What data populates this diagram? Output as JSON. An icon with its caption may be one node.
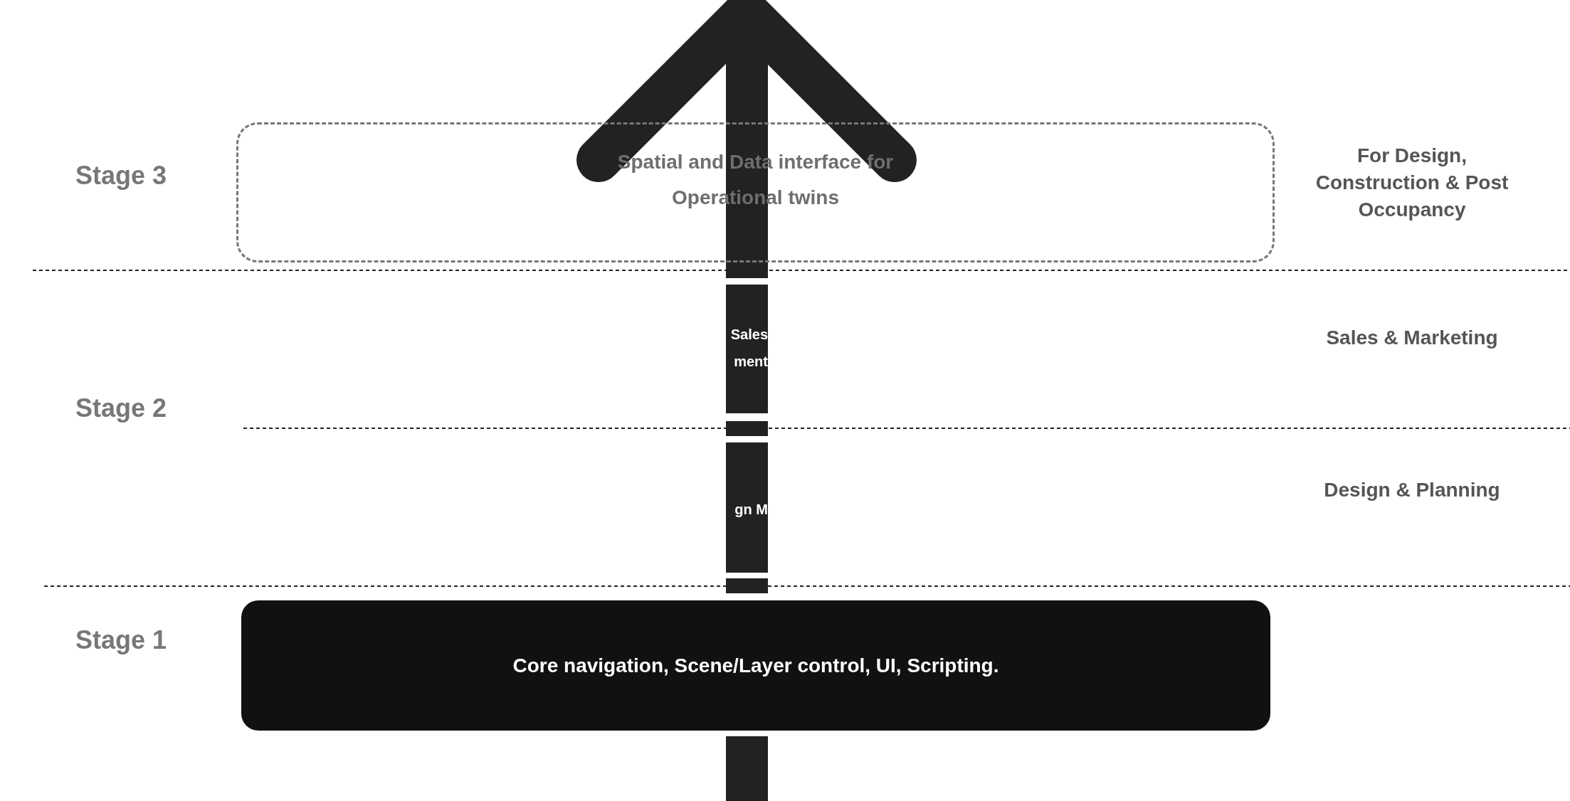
{
  "diagram": {
    "nodes": [
      {
        "text": [
          "Spatial and Data interface for Operational twins"
        ]
      },
      {
        "text": [
          "Core navigation, Scene/Layer control, UI, Scripting."
        ]
      }
    ],
    "labels": [
      "Stage 3",
      "For Design, Construction & Post Occupancy",
      "Sales",
      "ment",
      "Sales & Marketing",
      "Stage 2",
      "gn M",
      "Design & Planning",
      "Stage 1"
    ]
  }
}
